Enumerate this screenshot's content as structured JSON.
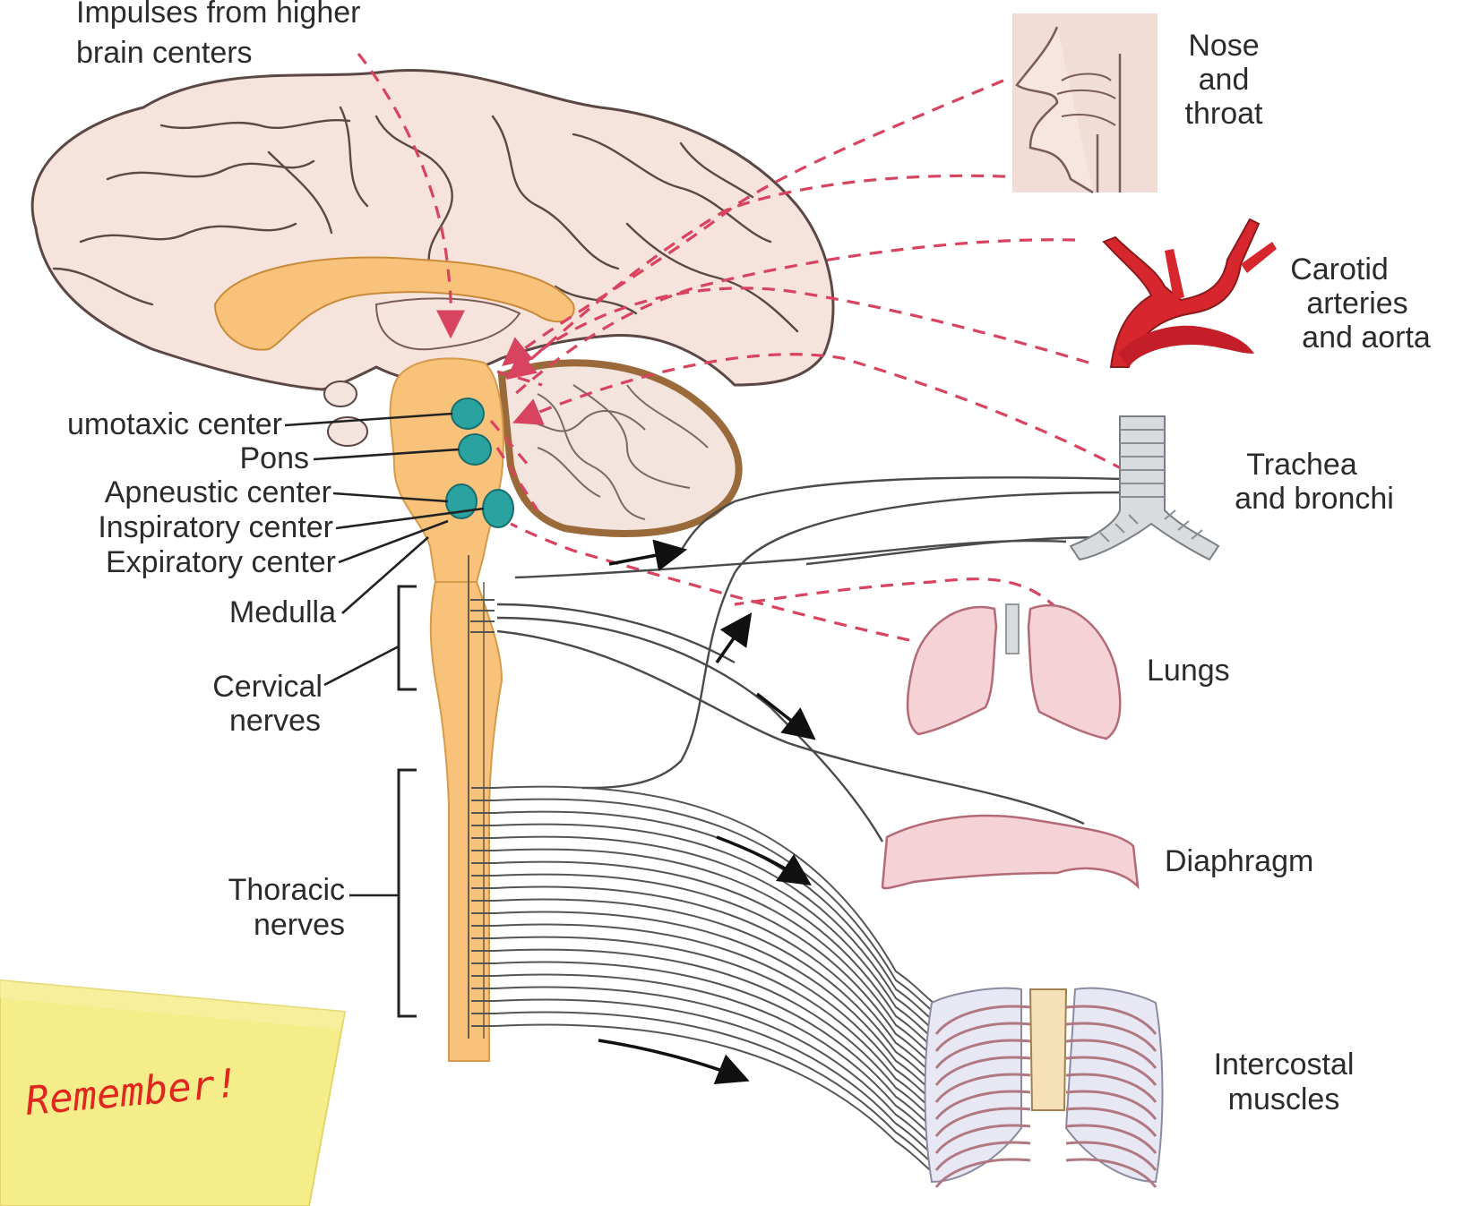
{
  "labels": {
    "higher_centers_line1": "Impulses from higher",
    "higher_centers_line2": "brain centers",
    "pneumotaxic": "umotaxic center",
    "pons": "Pons",
    "apneustic": "Apneustic center",
    "inspiratory": "Inspiratory center",
    "expiratory": "Expiratory center",
    "medulla": "Medulla",
    "cervical_line1": "Cervical",
    "cervical_line2": "nerves",
    "thoracic_line1": "Thoracic",
    "thoracic_line2": "nerves",
    "nose_line1": "Nose",
    "nose_line2": "and",
    "nose_line3": "throat",
    "carotid_line1": "Carotid",
    "carotid_line2": "arteries",
    "carotid_line3": "and aorta",
    "trachea_line1": "Trachea",
    "trachea_line2": "and bronchi",
    "lungs": "Lungs",
    "diaphragm": "Diaphragm",
    "intercostal_line1": "Intercostal",
    "intercostal_line2": "muscles"
  },
  "sticky_note": {
    "text": "Remember!"
  },
  "colors": {
    "brain": "#f6e4dc",
    "brainstem": "#f8c27a",
    "respiratory_centers": "#2aa3a0",
    "sensory_pathway": "#d8435f",
    "motor_nerve": "#4a4a4a",
    "artery": "#d8262f",
    "sticky_note": "#f5ec8a"
  }
}
